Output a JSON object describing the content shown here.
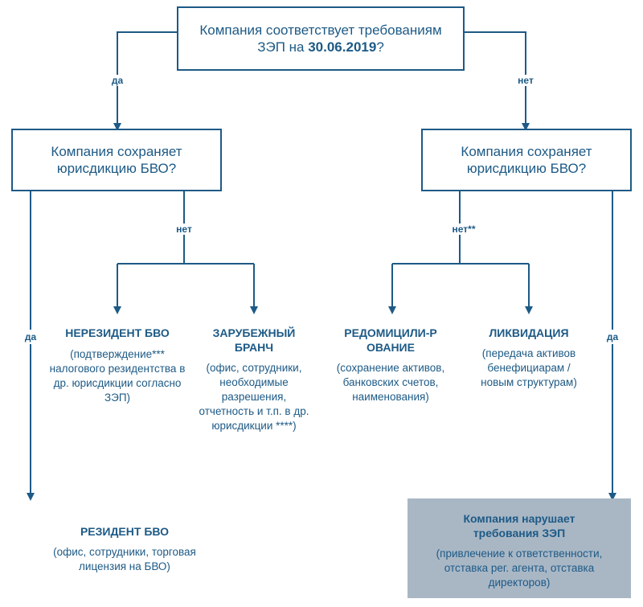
{
  "top": {
    "text": "Компания соответствует требованиям ЗЭП на ",
    "date": "30.06.2019",
    "suffix": "?"
  },
  "left_box": {
    "text": "Компания сохраняет юрисдикцию БВО?"
  },
  "right_box": {
    "text": "Компания сохраняет юрисдикцию БВО?"
  },
  "labels": {
    "top_yes": "да",
    "top_no": "нет",
    "left_no": "нет",
    "left_yes": "да",
    "right_no": "нет**",
    "right_yes": "да"
  },
  "outcomes": {
    "nonresident": {
      "title": "НЕРЕЗИДЕНТ БВО",
      "desc": "(подтверждение*** налогового резидентства в др. юрисдикции согласно ЗЭП)"
    },
    "branch": {
      "title": "ЗАРУБЕЖНЫЙ БРАНЧ",
      "desc": "(офис, сотрудники, необходимые разрешения, отчетность и т.п. в др. юрисдикции ****)"
    },
    "redomicile": {
      "title": "РЕДОМИЦИЛИ-РОВАНИЕ",
      "desc": "(сохранение активов, банковских счетов, наименования)"
    },
    "liquidation": {
      "title": "ЛИКВИДАЦИЯ",
      "desc": "(передача активов бенефициарам / новым структурам)"
    },
    "resident": {
      "title": "РЕЗИДЕНТ БВО",
      "desc": "(офис, сотрудники, торговая лицензия на БВО)"
    },
    "violation": {
      "title": "Компания нарушает требования ЗЭП",
      "desc": "(привлечение к ответственности, отставка рег. агента, отставка директоров)"
    }
  }
}
